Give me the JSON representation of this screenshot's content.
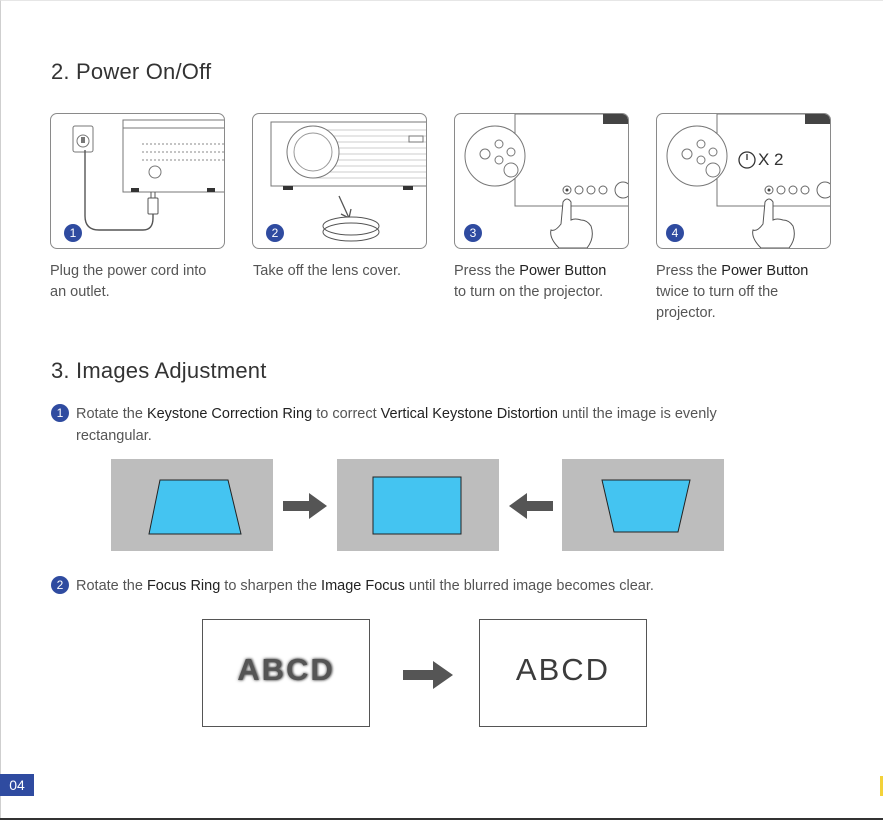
{
  "section2": {
    "title": "2. Power On/Off",
    "steps": [
      {
        "num": "1",
        "caption_a": "Plug the power cord into",
        "caption_b": "an outlet."
      },
      {
        "num": "2",
        "caption_a": "Take off the lens cover."
      },
      {
        "num": "3",
        "caption_pre": "Press the ",
        "caption_bold": "Power Button",
        "caption_b": "to turn on the projector."
      },
      {
        "num": "4",
        "caption_pre": "Press the ",
        "caption_bold": "Power Button",
        "caption_b": "twice to turn off the",
        "caption_c": "projector.",
        "press_label": "X 2"
      }
    ]
  },
  "section3": {
    "title": "3. Images Adjustment",
    "item1": {
      "num": "1",
      "pre": "Rotate the ",
      "bold1": "Keystone Correction Ring",
      "mid": " to correct ",
      "bold2": "Vertical Keystone Distortion",
      "post": " until the image is evenly",
      "line2": "rectangular."
    },
    "item2": {
      "num": "2",
      "pre": "Rotate the ",
      "bold1": "Focus Ring",
      "mid": " to sharpen the ",
      "bold2": "Image Focus",
      "post": " until the blurred image becomes clear."
    },
    "focus_blurred": "ABCD",
    "focus_sharp": "ABCD",
    "colors": {
      "screen": "#44c4f1",
      "panel": "#bdbdbd",
      "arrow": "#555555",
      "badge": "#2f4ba0"
    }
  },
  "page_number": "04"
}
